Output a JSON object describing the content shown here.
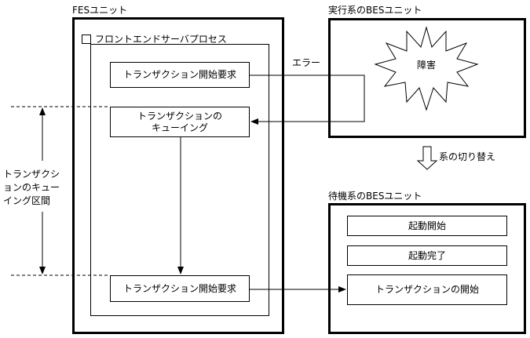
{
  "fes_unit": {
    "title": "FESユニット",
    "process_label": "フロントエンドサーバプロセス",
    "steps": {
      "start_request_1": "トランザクション開始要求",
      "queuing_line1": "トランザクションの",
      "queuing_line2": "キューイング",
      "start_request_2": "トランザクション開始要求"
    }
  },
  "active_bes": {
    "title": "実行系のBESユニット",
    "failure": "障害"
  },
  "error_label": "エラー",
  "switchover_label": "系の切り替え",
  "standby_bes": {
    "title": "待機系のBESユニット",
    "boxes": {
      "startup_begin": "起動開始",
      "startup_done": "起動完了",
      "transaction_start": "トランザクションの開始"
    }
  },
  "queuing_interval": {
    "line1": "トランザクシ",
    "line2": "ョンのキュー",
    "line3": "イング区間"
  }
}
